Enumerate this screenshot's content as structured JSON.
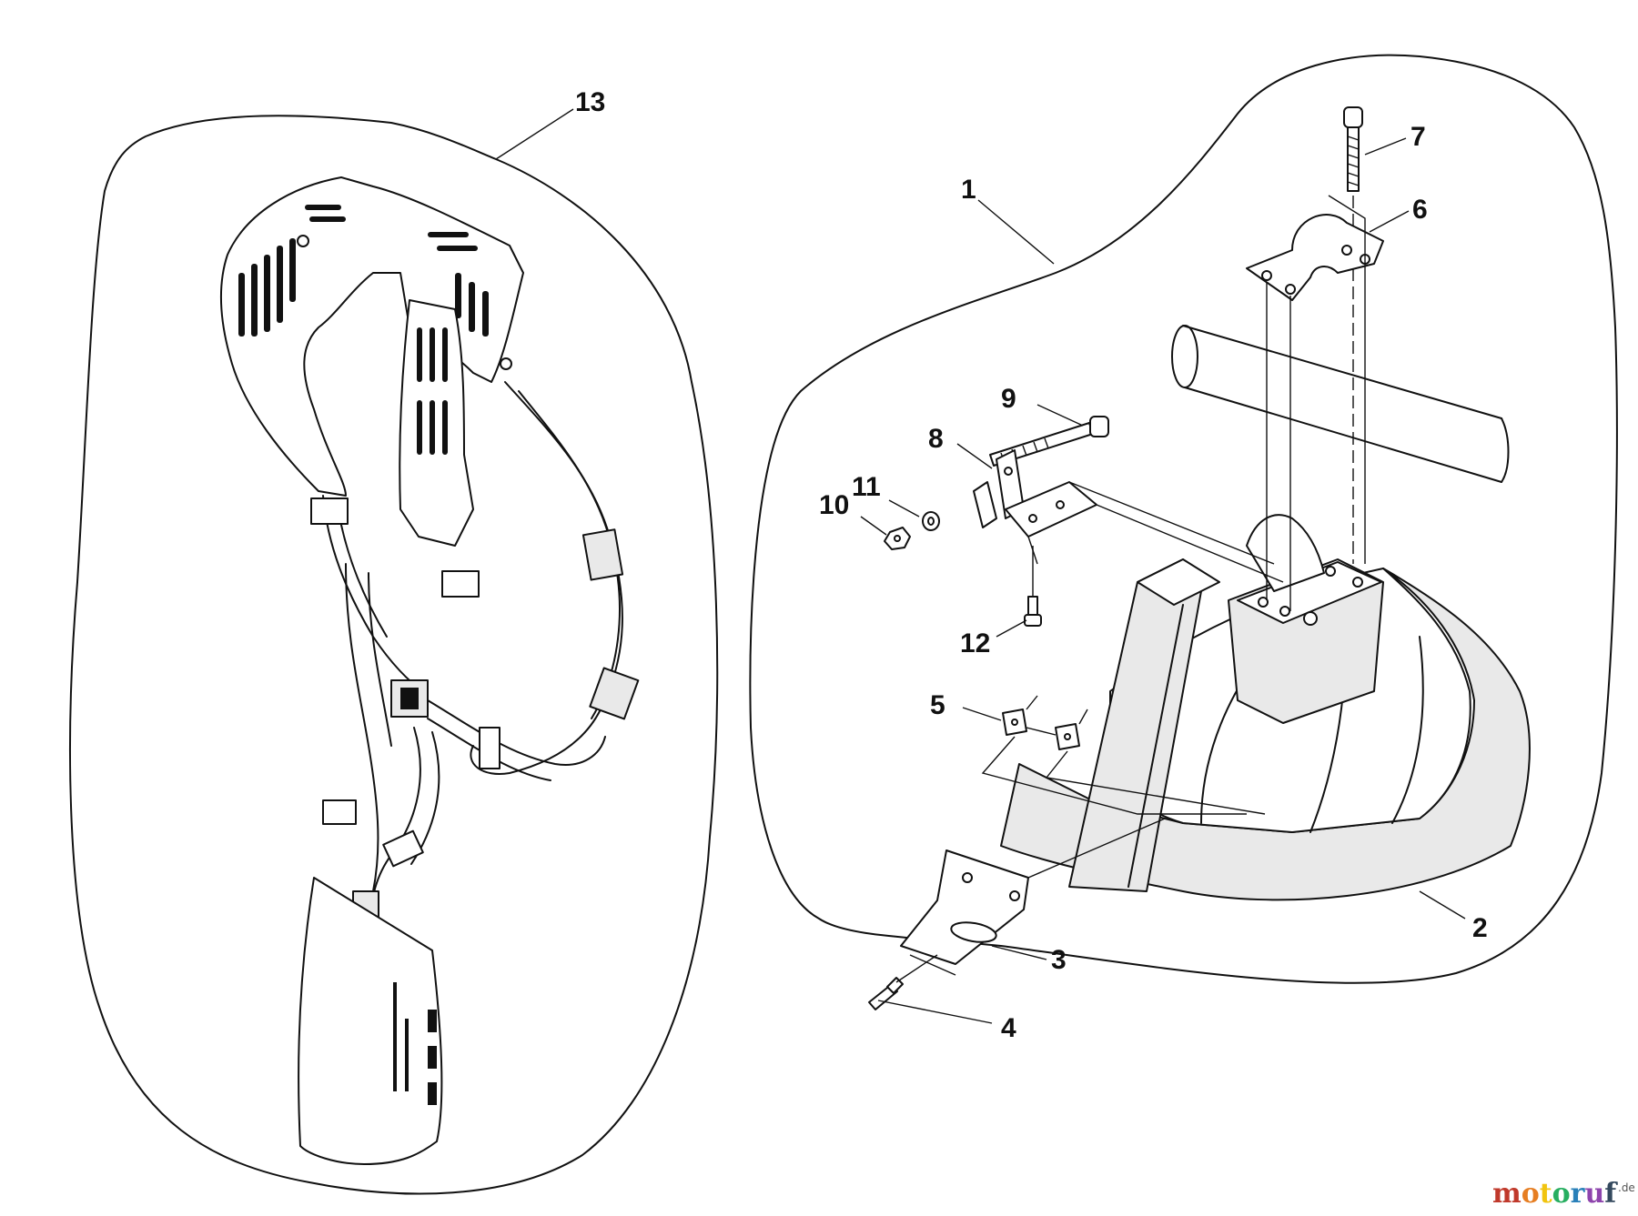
{
  "callouts": {
    "c1": "1",
    "c2": "2",
    "c3": "3",
    "c4": "4",
    "c5": "5",
    "c6": "6",
    "c7": "7",
    "c8": "8",
    "c9": "9",
    "c10": "10",
    "c11": "11",
    "c12": "12",
    "c13": "13"
  },
  "watermark": {
    "brand": "motoruf",
    "suffix": ".de",
    "colors": {
      "m": "#c0392b",
      "o1": "#e67e22",
      "t": "#f1c40f",
      "o2": "#27ae60",
      "r": "#2980b9",
      "u": "#8e44ad",
      "f": "#34495e"
    }
  }
}
